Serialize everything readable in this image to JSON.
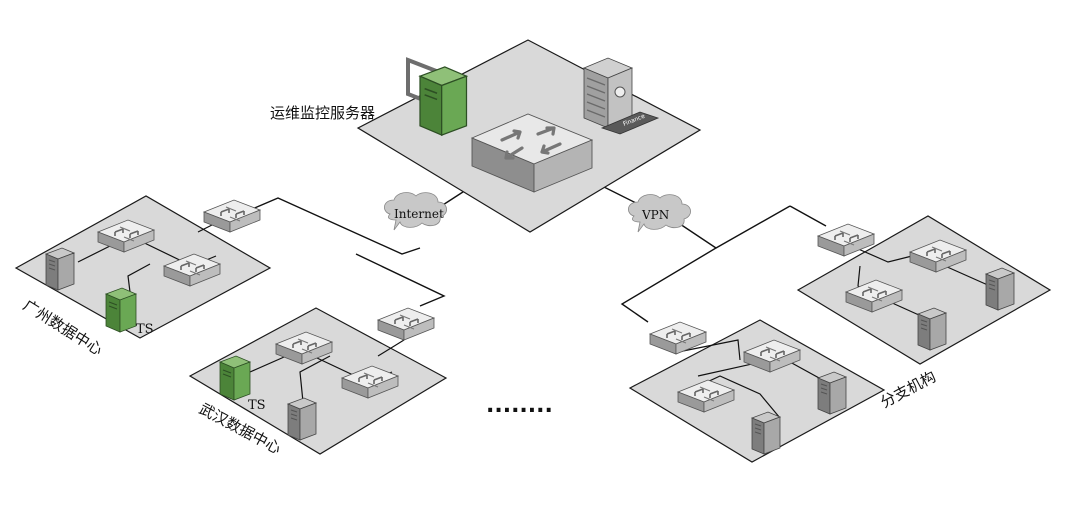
{
  "diagram": {
    "labels": {
      "monitor_server": "运维监控服务器",
      "guangzhou_dc": "广州数据中心",
      "wuhan_dc": "武汉数据中心",
      "branch": "分支机构",
      "ts_guangzhou": "TS",
      "ts_wuhan": "TS",
      "internet": "Internet",
      "vpn": "VPN",
      "more": "........"
    },
    "finance_tag": "Finance",
    "colors": {
      "panel_fill": "#dcdcdc",
      "panel_stroke": "#1a1a1a",
      "server_green": "#4f8a3b",
      "server_gray": "#8c8c8c",
      "switch_face": "#e4e4e4",
      "link": "#111111"
    }
  }
}
